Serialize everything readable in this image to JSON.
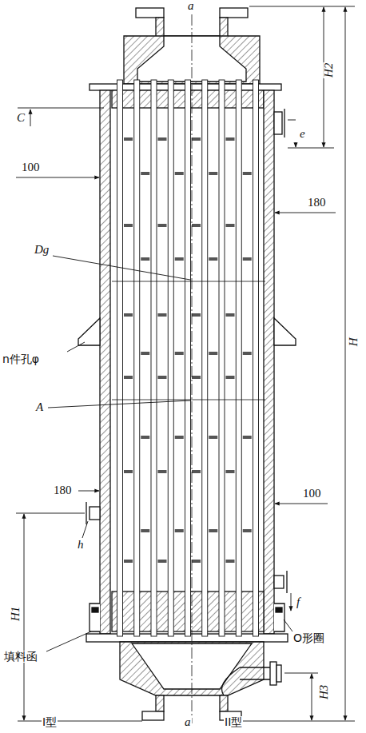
{
  "diagram": {
    "labels": [
      "a",
      "H2",
      "C",
      "e",
      "100",
      "180",
      "Dg",
      "H",
      "n件孔φ",
      "A",
      "180",
      "100",
      "h",
      "f",
      "O形圈",
      "H1",
      "填料函",
      "H3",
      "a",
      "I型",
      "II型"
    ]
  }
}
